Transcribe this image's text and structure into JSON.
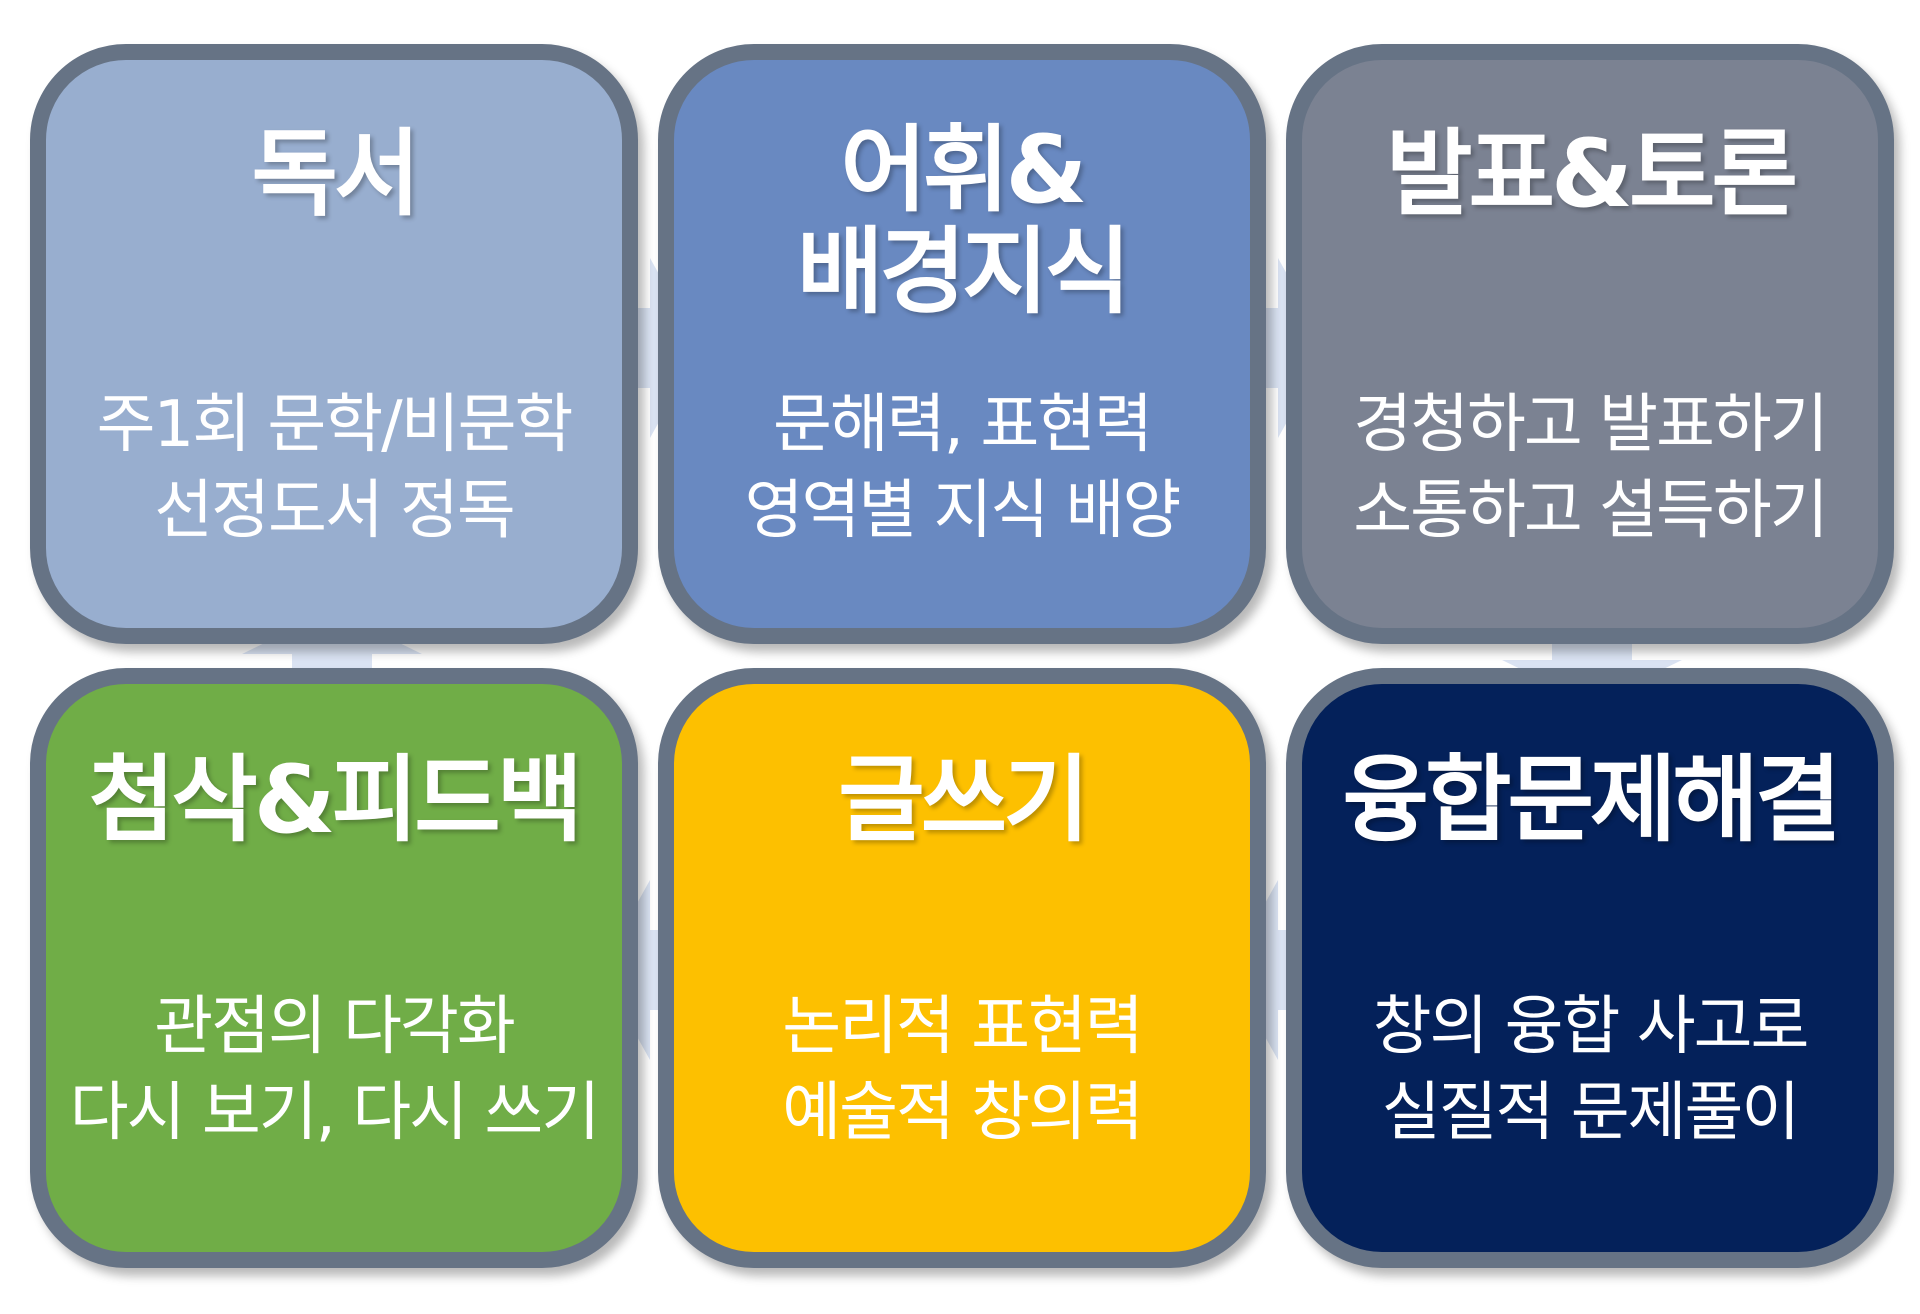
{
  "cards": [
    {
      "key": "reading",
      "color": "#98aecf",
      "title": [
        "독서"
      ],
      "desc": [
        "주1회 문학/비문학",
        "선정도서 정독"
      ]
    },
    {
      "key": "vocabulary",
      "color": "#6989c1",
      "title": [
        "어휘&",
        "배경지식"
      ],
      "desc": [
        "문해력, 표현력",
        "영역별 지식 배양"
      ]
    },
    {
      "key": "presentation",
      "color": "#7b8292",
      "title": [
        "발표&토론"
      ],
      "desc": [
        "경청하고 발표하기",
        "소통하고 설득하기"
      ]
    },
    {
      "key": "correction",
      "color": "#70ad47",
      "title": [
        "첨삭&피드백"
      ],
      "desc": [
        "관점의 다각화",
        "다시 보기, 다시 쓰기"
      ]
    },
    {
      "key": "writing",
      "color": "#fdc000",
      "title": [
        "글쓰기"
      ],
      "desc": [
        "논리적 표현력",
        "예술적 창의력"
      ]
    },
    {
      "key": "problem-solving",
      "color": "#04215a",
      "title": [
        "융합문제해결"
      ],
      "desc": [
        "창의 융합 사고로",
        "실질적 문제풀이"
      ]
    }
  ],
  "arrow_color": "#dae3f3"
}
